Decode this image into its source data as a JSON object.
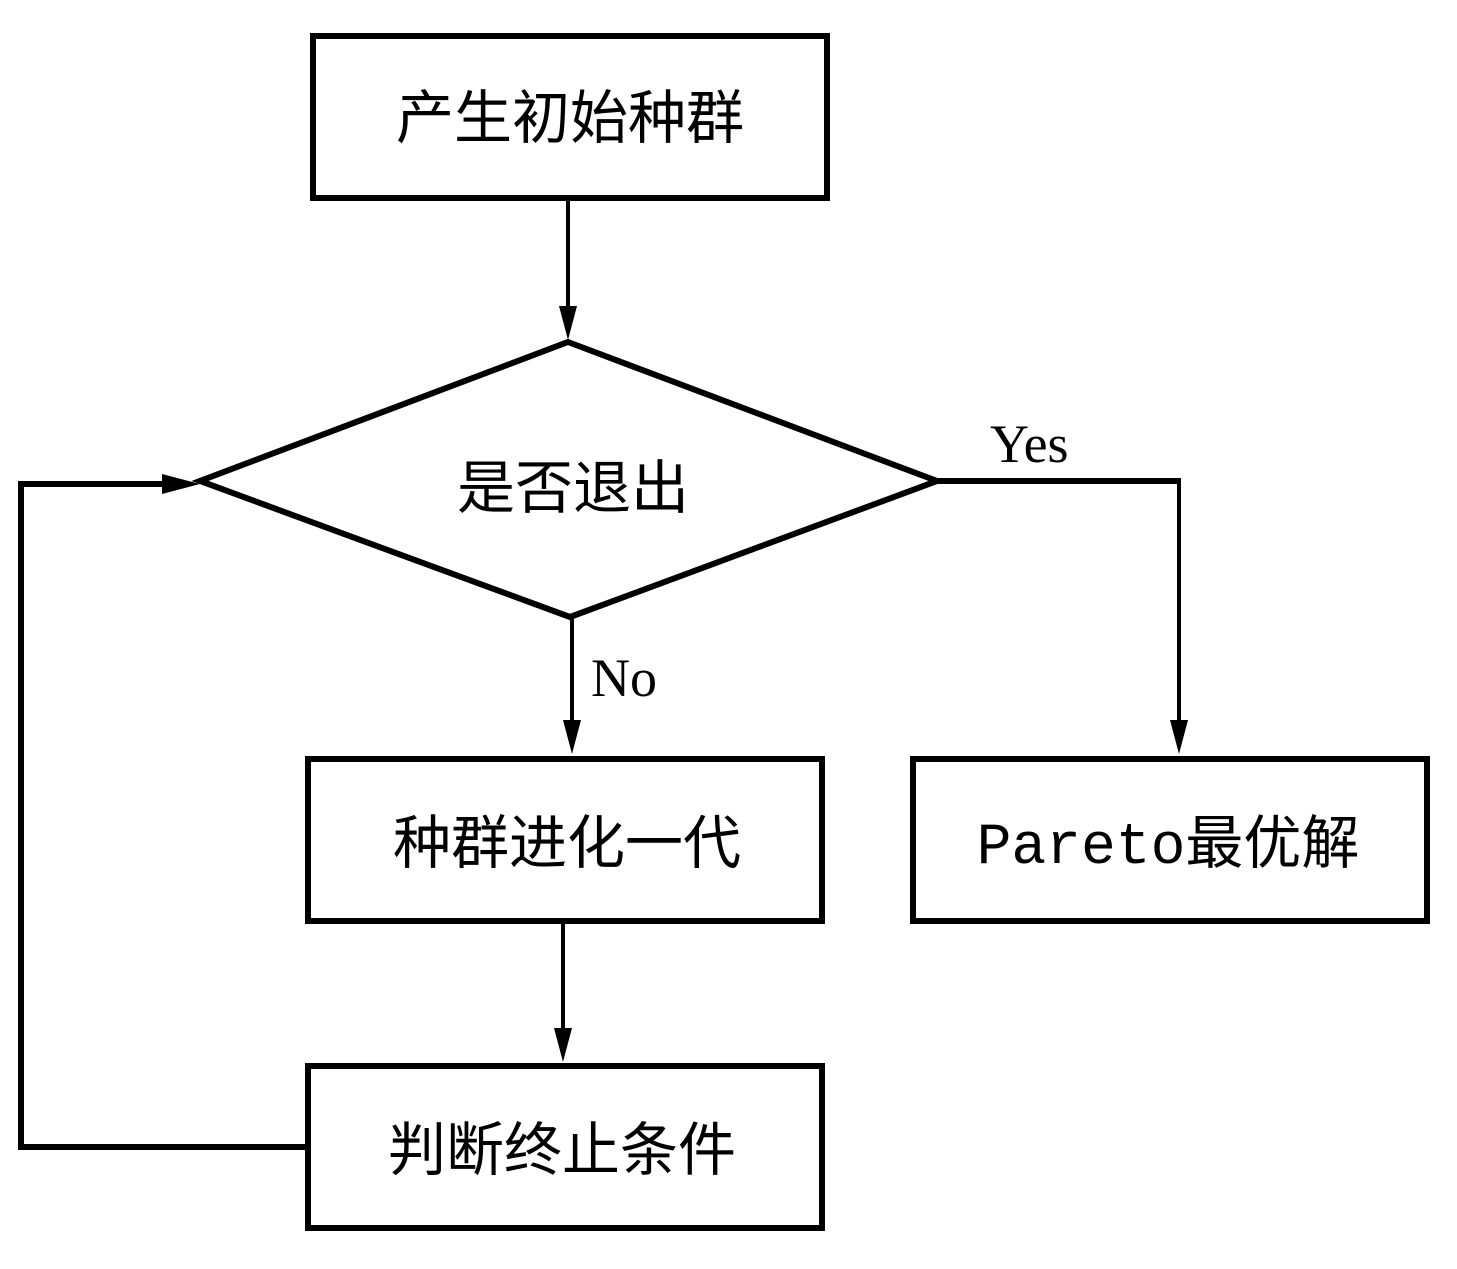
{
  "nodes": {
    "init_population": "产生初始种群",
    "exit_check": "是否退出",
    "evolve_generation": "种群进化一代",
    "termination_check": "判断终止条件",
    "pareto_result_prefix": "Pareto",
    "pareto_result_suffix": "最优解"
  },
  "edge_labels": {
    "yes": "Yes",
    "no": "No"
  }
}
